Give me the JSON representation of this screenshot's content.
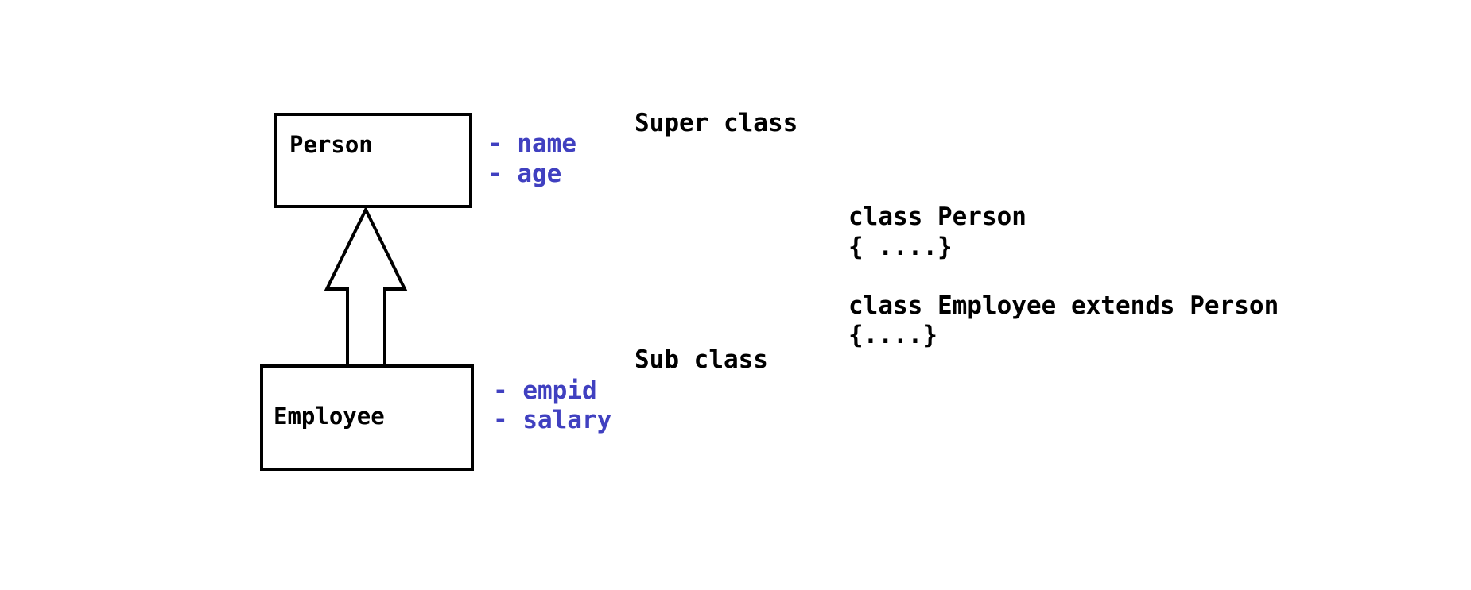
{
  "superclass": {
    "name": "Person",
    "attributes": [
      "- name",
      "- age"
    ],
    "caption": "Super class"
  },
  "subclass": {
    "name": "Employee",
    "attributes": [
      "- empid",
      "- salary"
    ],
    "caption": "Sub class"
  },
  "code": {
    "line1": "class Person",
    "line2": "{ ....}",
    "line3": "class Employee extends Person",
    "line4": "{....}"
  },
  "colors": {
    "stroke": "#000000",
    "attribute_text": "#4040c0",
    "text": "#000000",
    "background": "#ffffff"
  },
  "icons": {
    "inheritance": "hollow-up-arrow-icon"
  }
}
